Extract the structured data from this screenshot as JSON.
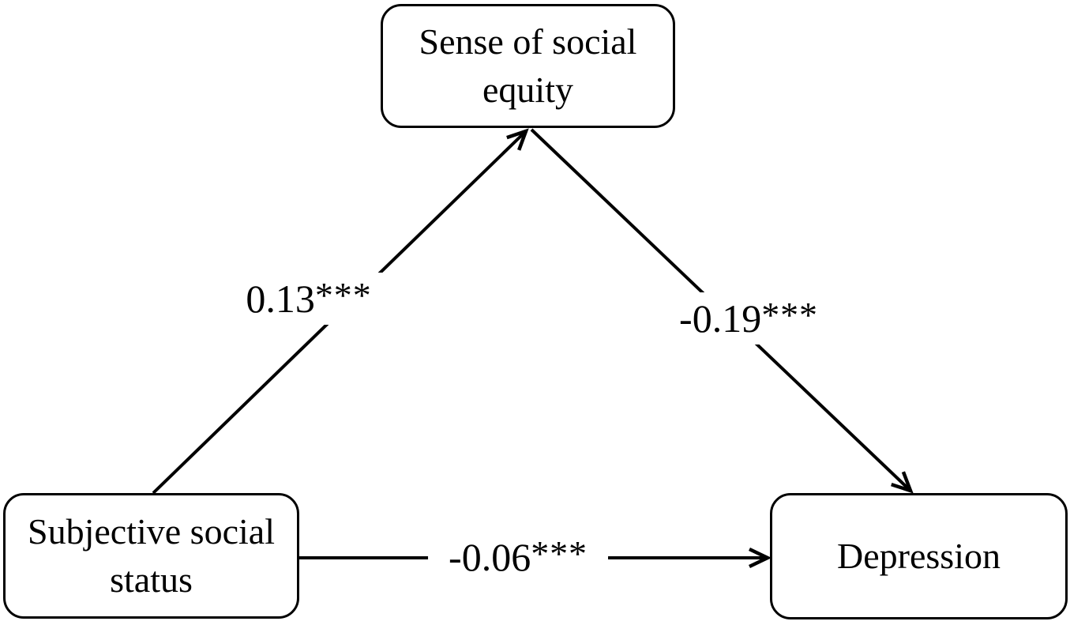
{
  "colors": {
    "background": "#ffffff",
    "line": "#000000",
    "text": "#000000"
  },
  "nodes": [
    {
      "id": "sense-of-social-equity",
      "label": "Sense of social equity"
    },
    {
      "id": "subjective-social-status",
      "label": "Subjective social status"
    },
    {
      "id": "depression",
      "label": "Depression"
    }
  ],
  "edges": [
    {
      "from": "subjective-social-status",
      "to": "sense-of-social-equity",
      "coefficient": "0.13",
      "stars": "***"
    },
    {
      "from": "sense-of-social-equity",
      "to": "depression",
      "coefficient": "-0.19",
      "stars": "***"
    },
    {
      "from": "subjective-social-status",
      "to": "depression",
      "coefficient": "-0.06",
      "stars": "***"
    }
  ]
}
